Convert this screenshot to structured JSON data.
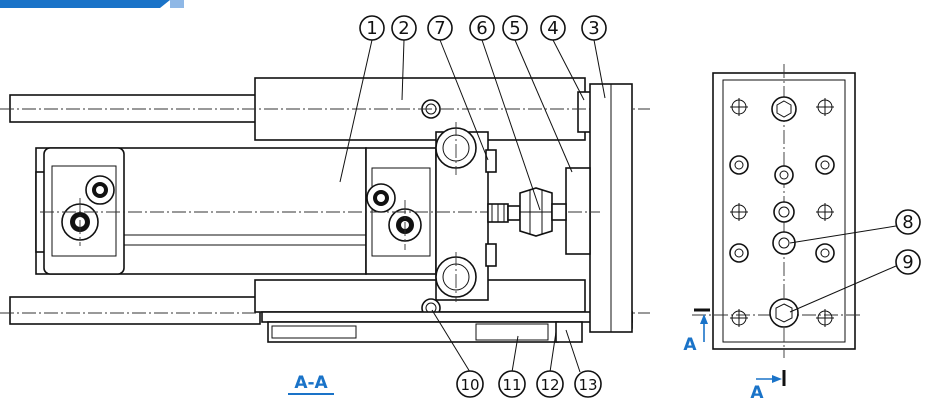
{
  "diagram": {
    "section_title": "A-A",
    "section_marker_top": "A",
    "section_marker_bottom": "A",
    "accent_color": "#1a73c8",
    "callouts": [
      "1",
      "2",
      "7",
      "6",
      "5",
      "4",
      "3",
      "8",
      "9",
      "10",
      "11",
      "12",
      "13"
    ]
  }
}
